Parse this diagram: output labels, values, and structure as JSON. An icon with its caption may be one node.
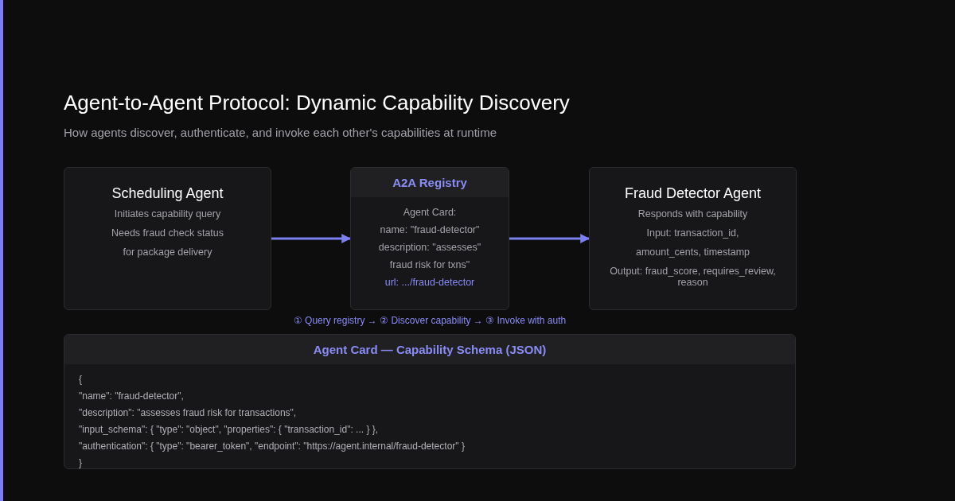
{
  "diagram": {
    "title": "Agent-to-Agent Protocol: Dynamic Capability Discovery",
    "nodes": [
      {
        "text": [
          "Scheduling Agent",
          "Initiates capability query",
          "Needs fraud check status",
          "for package delivery"
        ]
      },
      {
        "text": [
          "A2A Registry",
          "Agent Card:",
          "name: \"fraud-detector\"",
          "description: \"assesses\"",
          "fraud risk for txns\"",
          "url: .../fraud-detector"
        ]
      },
      {
        "text": [
          "Fraud Detector Agent",
          "Responds with capability",
          "Input: transaction_id,",
          "amount_cents, timestamp",
          "Output: fraud_score, requires_review, reason"
        ]
      },
      {
        "text": [
          "Agent Card — Capability Schema (JSON)",
          "{",
          "\"name\": \"fraud-detector\",",
          "\"description\": \"assesses fraud risk for transactions\",",
          "\"input_schema\": { \"type\": \"object\", \"properties\": { \"transaction_id\": ... } },",
          "\"authentication\": { \"type\": \"bearer_token\", \"endpoint\": \"https://agent.internal/fraud-detector\" }",
          "}"
        ]
      }
    ],
    "edges": [
      {
        "from": 0,
        "to": 1,
        "arrow": "to"
      },
      {
        "from": 1,
        "to": 2,
        "arrow": "to"
      }
    ],
    "labels": [
      "How agents discover, authenticate, and invoke each other's capabilities at runtime",
      "① Query registry → ② Discover capability → ③ Invoke with auth"
    ]
  }
}
